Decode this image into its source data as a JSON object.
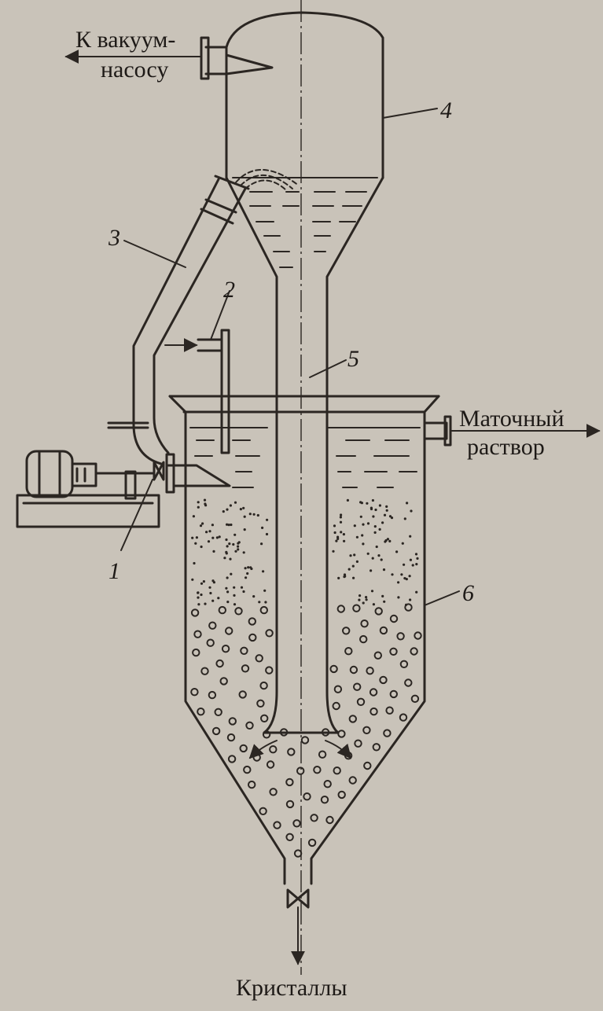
{
  "labels": {
    "vacuum_line1": "К вакуум-",
    "vacuum_line2": "насосу",
    "mother_line1": "Маточный",
    "mother_line2": "раствор",
    "crystals": "Кристаллы"
  },
  "callouts": [
    "1",
    "2",
    "3",
    "4",
    "5",
    "6"
  ],
  "colors": {
    "background": "#c9c3b9",
    "ink": "#2b2622"
  }
}
